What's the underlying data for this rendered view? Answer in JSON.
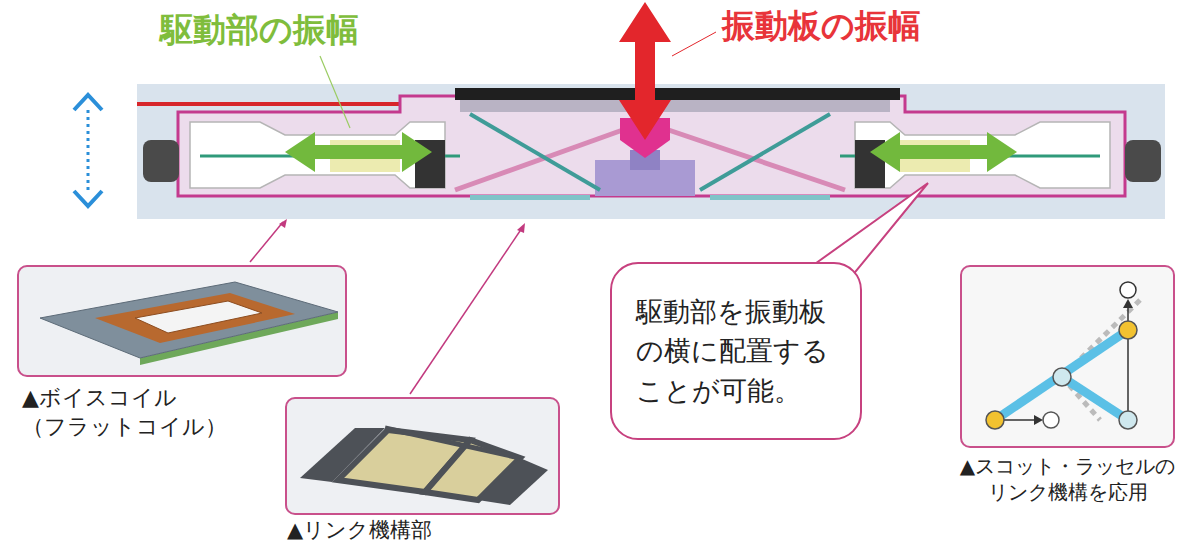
{
  "diagram": {
    "nodes": [
      {
        "text": [
          "▲ボイスコイル （フラットコイル）"
        ]
      },
      {
        "text": [
          "▲リンク機構部"
        ]
      },
      {
        "text": [
          "駆動部を振動板の横に配置することが可能。"
        ]
      },
      {
        "text": [
          "▲スコット・ラッセルの リンク機構を応用"
        ]
      }
    ],
    "labels": [
      "駆動部の振幅",
      "振動板の振幅"
    ]
  }
}
